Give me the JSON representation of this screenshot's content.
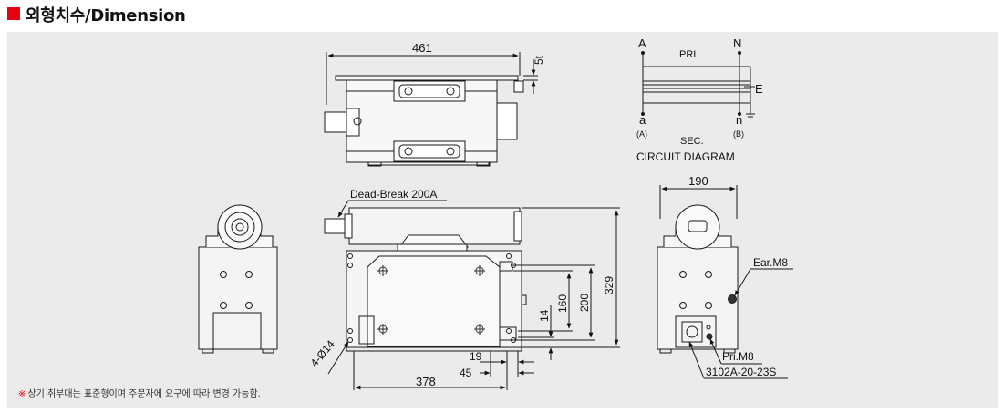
{
  "header": {
    "title": "외형치수/Dimension",
    "marker_color": "#e60012"
  },
  "footnote": {
    "symbol": "※",
    "text": "상기 취부대는 표준형이며 주문자에 요구에 따라 변경 가능함."
  },
  "dimensions": {
    "top_width": "461",
    "thickness": "5t",
    "base_length": "378",
    "height_total": "329",
    "height_200": "200",
    "height_160": "160",
    "height_14": "14",
    "offset_19": "19",
    "offset_45": "45",
    "hole": "4-Ø14",
    "side_width": "190"
  },
  "callouts": {
    "dead_break": "Dead-Break 200A",
    "ear": "Ear.M8",
    "pri": "Pri.M8",
    "connector": "3102A-20-23S"
  },
  "circuit": {
    "A": "A",
    "N": "N",
    "pri": "PRI.",
    "E": "E",
    "a": "a",
    "n": "n",
    "a_sub": "(A)",
    "n_sub": "(B)",
    "sec": "SEC.",
    "caption": "CIRCUIT DIAGRAM"
  },
  "colors": {
    "panel_bg": "#ebebeb",
    "line": "#1a1a1a",
    "accent": "#e60012"
  }
}
